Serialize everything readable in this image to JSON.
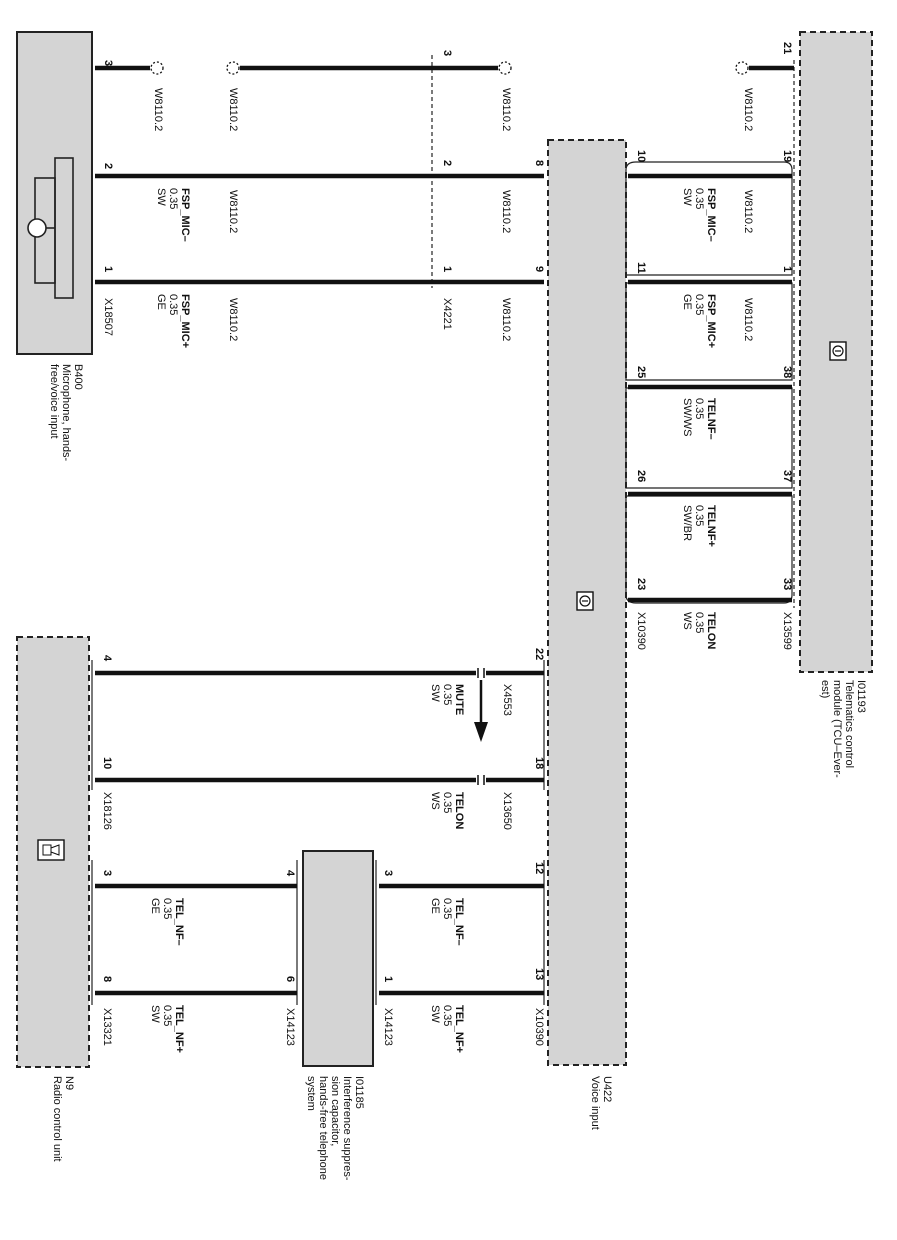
{
  "components": {
    "b400": {
      "id": "B400",
      "name_lines": [
        "Microphone, hands-",
        "free/voice input"
      ],
      "connector": "X18507"
    },
    "i01193": {
      "id": "I01193",
      "name_lines": [
        "Telematics control",
        "module (TCU–Ever-",
        "est)"
      ],
      "connector": "X13599"
    },
    "u422": {
      "id": "U422",
      "name": "Voice input",
      "connector_top": "X10390",
      "connector_bottom": "X10390"
    },
    "n9": {
      "id": "N9",
      "name": "Radio control unit",
      "connector_left": "X18126",
      "connector_right": "X13321"
    },
    "i01185": {
      "id": "I01185",
      "name_lines": [
        "Interference suppres-",
        "sion capacitor,",
        "hands-free telephone",
        "system"
      ],
      "connector_left": "X14123",
      "connector_right": "X14123"
    }
  },
  "connectors": {
    "x4221": "X4221",
    "x4553": "X4553",
    "x13650": "X13650"
  },
  "pins": {
    "b400": [
      "3",
      "2",
      "1"
    ],
    "x4221": [
      "3",
      "2",
      "1"
    ],
    "u422_top": [
      "8",
      "9",
      "10",
      "11",
      "25",
      "26",
      "23"
    ],
    "i01193": [
      "21",
      "19",
      "1",
      "38",
      "37",
      "33"
    ],
    "u422_bottom": [
      "22",
      "18",
      "12",
      "13"
    ],
    "n9": [
      "4",
      "10",
      "3",
      "8"
    ],
    "i01185_left": [
      "4",
      "6"
    ],
    "i01185_right": [
      "3",
      "1"
    ]
  },
  "shield": "W8110.2",
  "wires": {
    "fsp_mic_minus": {
      "signal": "FSP_MIC–",
      "gauge": "0.35",
      "color": "SW"
    },
    "fsp_mic_plus": {
      "signal": "FSP_MIC+",
      "gauge": "0.35",
      "color": "GE"
    },
    "telnf_minus": {
      "signal": "TELNF–",
      "gauge": "0.35",
      "color": "SW/WS"
    },
    "telnf_plus": {
      "signal": "TELNF+",
      "gauge": "0.35",
      "color": "SW/BR"
    },
    "telon_top": {
      "signal": "TELON",
      "gauge": "0.35",
      "color": "WS"
    },
    "mute": {
      "signal": "MUTE",
      "gauge": "0.35",
      "color": "SW"
    },
    "telon_bottom": {
      "signal": "TELON",
      "gauge": "0.35",
      "color": "WS"
    },
    "tel_nf_minus_u": {
      "signal": "TEL_NF–",
      "gauge": "0.35",
      "color": "GE"
    },
    "tel_nf_plus_u": {
      "signal": "TEL_NF+",
      "gauge": "0.35",
      "color": "SW"
    },
    "tel_nf_minus_n": {
      "signal": "TEL_NF–",
      "gauge": "0.35",
      "color": "GE"
    },
    "tel_nf_plus_n": {
      "signal": "TEL_NF+",
      "gauge": "0.35",
      "color": "SW"
    }
  }
}
